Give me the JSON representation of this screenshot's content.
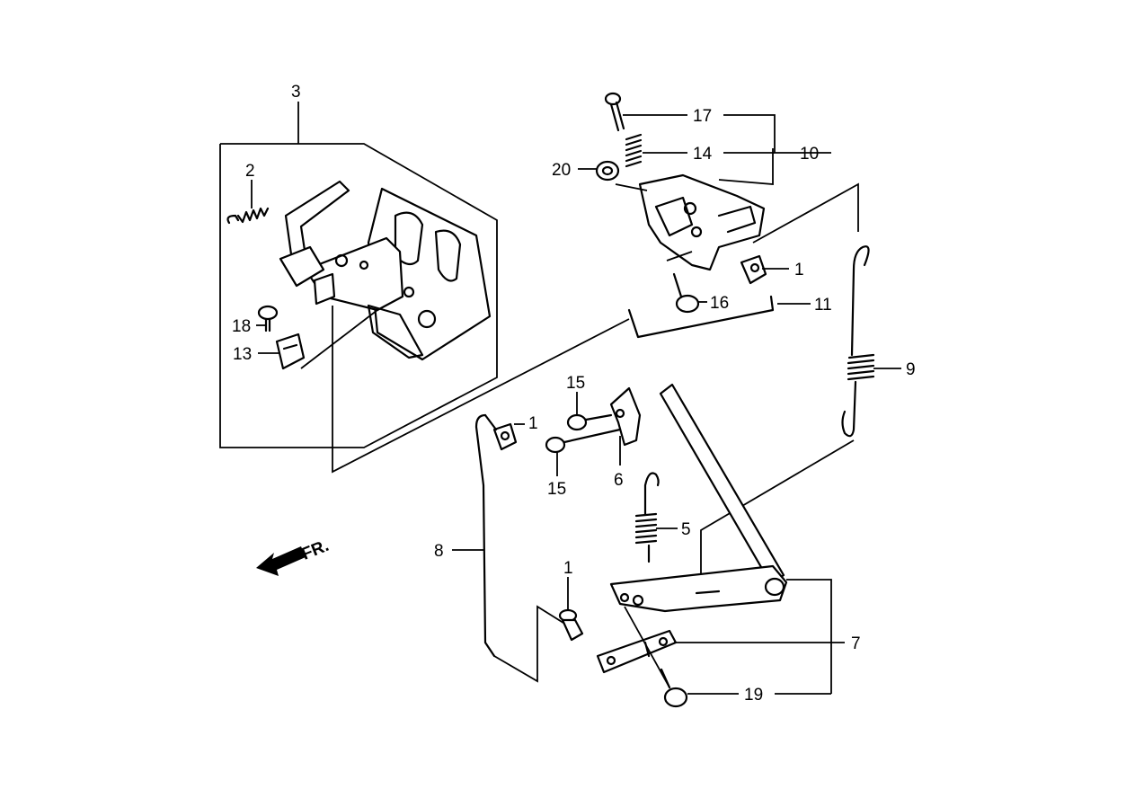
{
  "diagram": {
    "callouts": {
      "c1a": "1",
      "c1b": "1",
      "c1c": "1",
      "c2": "2",
      "c3": "3",
      "c5": "5",
      "c6": "6",
      "c7": "7",
      "c8": "8",
      "c9": "9",
      "c10": "10",
      "c11": "11",
      "c13": "13",
      "c14": "14",
      "c15a": "15",
      "c15b": "15",
      "c16": "16",
      "c17": "17",
      "c18": "18",
      "c19": "19",
      "c20": "20"
    },
    "front_indicator": "FR."
  }
}
